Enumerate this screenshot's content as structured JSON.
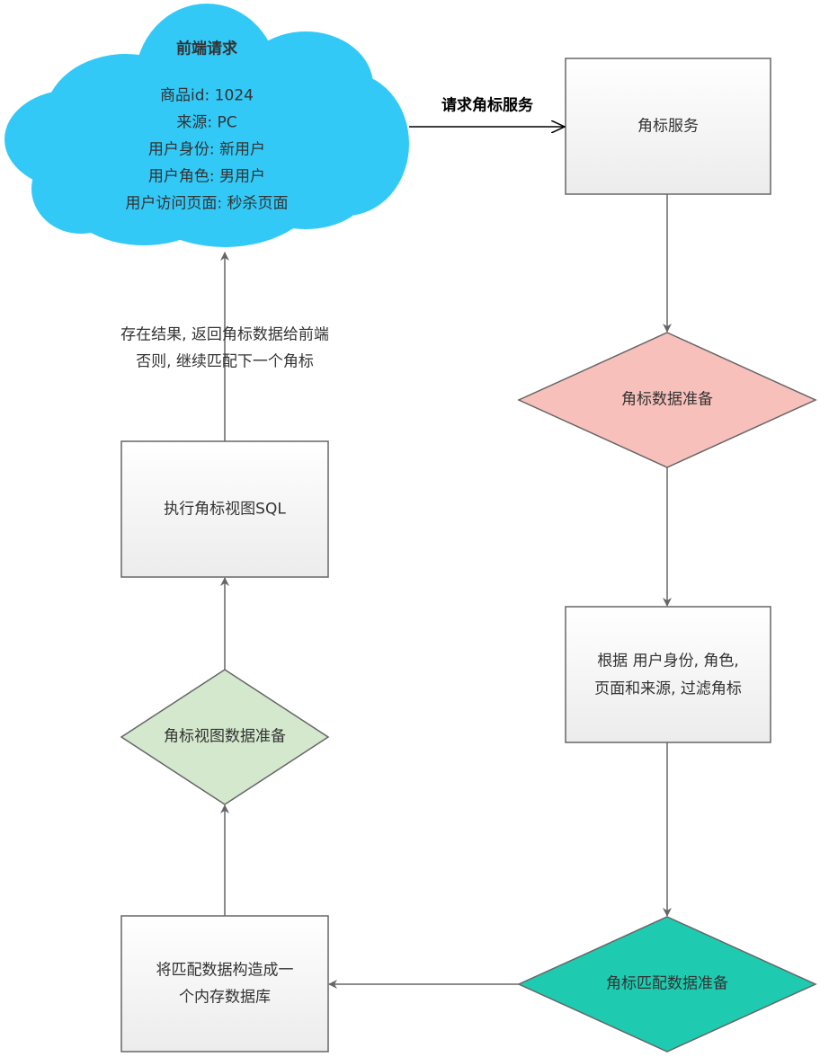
{
  "cloud": {
    "title": "前端请求",
    "lines": [
      "商品id: 1024",
      "来源: PC",
      "用户身份: 新用户",
      "用户角色: 男用户",
      "用户访问页面: 秒杀页面"
    ]
  },
  "edges": {
    "request_label": "请求角标服务",
    "return_label_1": "存在结果, 返回角标数据给前端",
    "return_label_2": "否则, 继续匹配下一个角标"
  },
  "nodes": {
    "badge_service": "角标服务",
    "badge_data_prep": "角标数据准备",
    "filter_1": "根据 用户身份, 角色,",
    "filter_2": "页面和来源, 过滤角标",
    "match_data_prep": "角标匹配数据准备",
    "build_db_1": "将匹配数据构造成一",
    "build_db_2": "个内存数据库",
    "view_data_prep": "角标视图数据准备",
    "exec_sql": "执行角标视图SQL"
  },
  "colors": {
    "cloud": "#33C9F7",
    "pink": "#F8C0BB",
    "green": "#D3E8CC",
    "teal": "#1ECBB0",
    "stroke": "#666666"
  }
}
